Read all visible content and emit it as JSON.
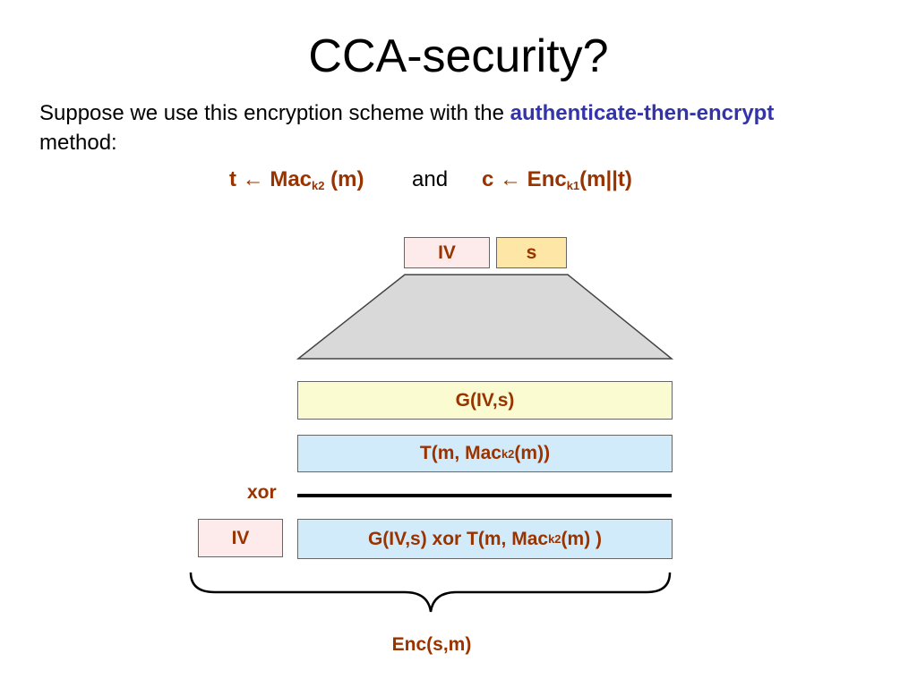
{
  "title": "CCA-security?",
  "intro": {
    "before": "Suppose we use this encryption scheme with the ",
    "emphasis": "authenticate-then-encrypt",
    "after": " method:"
  },
  "formula": {
    "tag_lhs": "t ← Mac",
    "tag_sub": "k2",
    "tag_rhs": " (m)",
    "conjunction": "and",
    "ct_lhs": "c ← Enc",
    "ct_sub": "k1",
    "ct_rhs": "(m||t)"
  },
  "seed_boxes": {
    "iv": "IV",
    "s": "s"
  },
  "stream_box": "G(IV,s)",
  "message_box": {
    "prefix": "T(m, Mac",
    "sub": "k2",
    "suffix": " (m))"
  },
  "xor_label": "xor",
  "output_iv": "IV",
  "output_box": {
    "prefix": "G(IV,s) xor T(m, Mac",
    "sub": "k2",
    "suffix": " (m) )"
  },
  "brace_label": "Enc(s,m)",
  "colors": {
    "emphasis": "#3333aa",
    "highlight": "#993300",
    "iv_fill": "#fdeaea",
    "s_fill": "#fde6a6",
    "stream_fill": "#fafbd0",
    "message_fill": "#d2ebfb",
    "expander_fill": "#d9d9d9"
  }
}
